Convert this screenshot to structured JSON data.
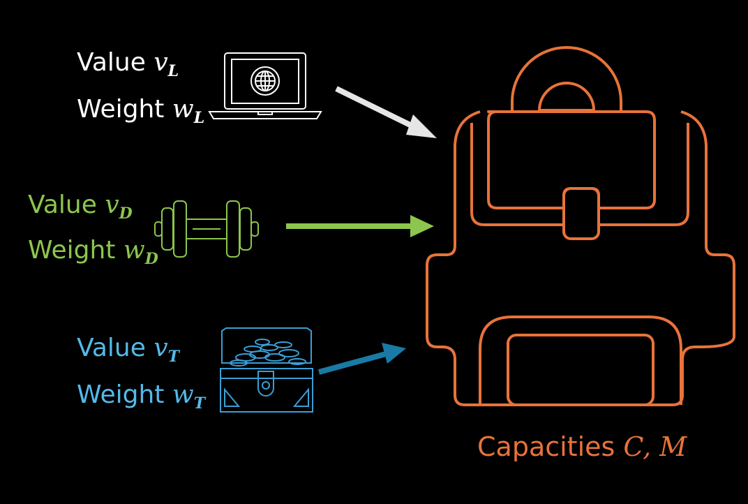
{
  "items": [
    {
      "value_word": "Value",
      "value_symbol": "v",
      "weight_word": "Weight",
      "weight_symbol": "w",
      "subscript": "L",
      "color": "#ffffff",
      "icon": "laptop-icon",
      "arrow_color": "#e6e6e6"
    },
    {
      "value_word": "Value",
      "value_symbol": "v",
      "weight_word": "Weight",
      "weight_symbol": "w",
      "subscript": "D",
      "color": "#8dc64c",
      "icon": "dumbbell-icon",
      "arrow_color": "#8dc64c"
    },
    {
      "value_word": "Value",
      "value_symbol": "v",
      "weight_word": "Weight",
      "weight_symbol": "w",
      "subscript": "T",
      "color": "#54b9ea",
      "icon": "treasure-chest-icon",
      "arrow_color": "#1a7aa6"
    }
  ],
  "knapsack": {
    "icon": "backpack-icon",
    "color": "#e8733a",
    "caption_word": "Capacities",
    "caption_symbols": "C, M"
  }
}
